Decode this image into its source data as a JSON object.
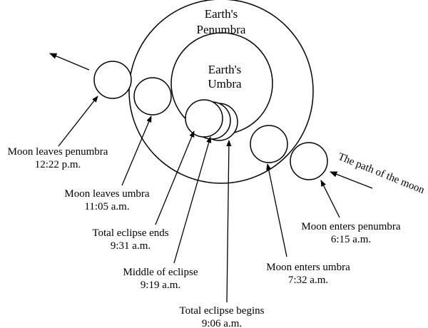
{
  "penumbra_label": [
    "Earth's",
    "Penumbra"
  ],
  "umbra_label": [
    "Earth's",
    "Umbra"
  ],
  "path_label": "The path of the moon",
  "events": [
    {
      "id": "leaves-penumbra",
      "line1": "Moon leaves penumbra",
      "line2": "12:22 p.m."
    },
    {
      "id": "leaves-umbra",
      "line1": "Moon leaves umbra",
      "line2": "11:05 a.m."
    },
    {
      "id": "total-ends",
      "line1": "Total eclipse ends",
      "line2": "9:31 a.m."
    },
    {
      "id": "middle",
      "line1": "Middle of eclipse",
      "line2": "9:19 a.m."
    },
    {
      "id": "total-begins",
      "line1": "Total eclipse begins",
      "line2": "9:06 a.m."
    },
    {
      "id": "enters-umbra",
      "line1": "Moon enters umbra",
      "line2": "7:32 a.m."
    },
    {
      "id": "enters-penumbra",
      "line1": "Moon enters penumbra",
      "line2": "6:15 a.m."
    }
  ]
}
